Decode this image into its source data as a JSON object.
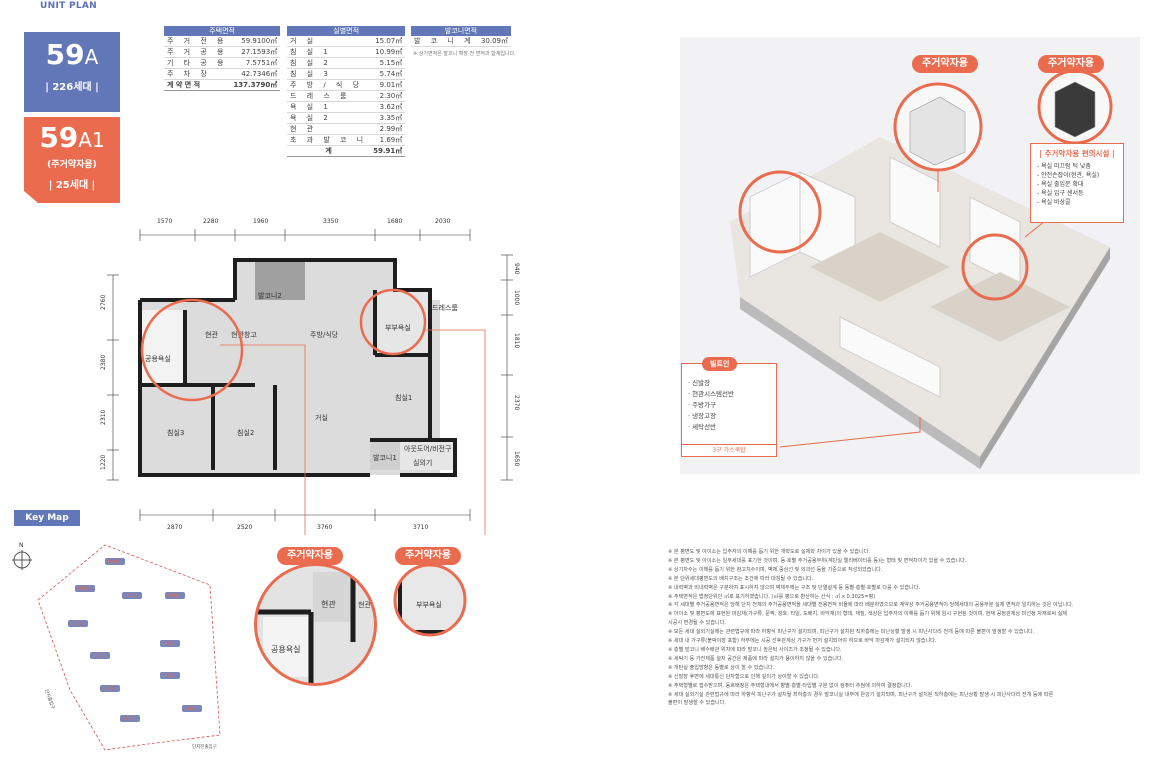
{
  "header": {
    "title": "UNIT PLAN"
  },
  "unit_a": {
    "number": "59",
    "type_suffix": "A",
    "households": "| 226세대 |"
  },
  "unit_a1": {
    "number": "59",
    "type_suffix": "A1",
    "subtitle": "(주거약자용)",
    "households": "| 25세대 |"
  },
  "housing_area": {
    "title": "주택면적",
    "rows": [
      {
        "label": "주 거 전 용",
        "value": "59.9100㎡"
      },
      {
        "label": "주 거 공 용",
        "value": "27.1593㎡"
      },
      {
        "label": "기 타 공 용",
        "value": "7.5751㎡"
      },
      {
        "label": "주 차 장",
        "value": "42.7346㎡"
      }
    ],
    "total": {
      "label": "계 약 면 적",
      "value": "137.3790㎡"
    }
  },
  "actual_area": {
    "title": "실별면적",
    "rows": [
      {
        "label": "거 실",
        "value": "15.07㎡"
      },
      {
        "label": "침 실 1",
        "value": "10.99㎡"
      },
      {
        "label": "침 실 2",
        "value": "5.15㎡"
      },
      {
        "label": "침 실 3",
        "value": "5.74㎡"
      },
      {
        "label": "주 방 / 식 당",
        "value": "9.01㎡"
      },
      {
        "label": "드 레 스 룸",
        "value": "2.30㎡"
      },
      {
        "label": "욕 실 1",
        "value": "3.62㎡"
      },
      {
        "label": "욕 실 2",
        "value": "3.35㎡"
      },
      {
        "label": "현 관",
        "value": "2.99㎡"
      },
      {
        "label": "초 과 발 코 니",
        "value": "1.69㎡"
      }
    ],
    "total": {
      "label": "계",
      "value": "59.91㎡"
    }
  },
  "balcony_area": {
    "title": "발코니면적",
    "rows": [
      {
        "label": "발 코 니 계",
        "value": "30.09㎡"
      }
    ],
    "note": "※ 상기면적은 발코니 확장 전 면적과 합계입니다."
  },
  "floorplan": {
    "dims_top": [
      "1570",
      "2280",
      "1960",
      "3350",
      "1680",
      "2030"
    ],
    "dims_bottom": [
      "2870",
      "2520",
      "3760",
      "3710"
    ],
    "dims_left": [
      "2760",
      "2380",
      "2310",
      "1220"
    ],
    "dims_right": [
      "940",
      "1000",
      "1810",
      "2370",
      "1650"
    ],
    "rooms": {
      "balcony2": "발코니2",
      "kitchen": "주방/식당",
      "dress": "드레스룸",
      "bath_master": "부부욕실",
      "entrance": "현관",
      "shoe": "현관창고",
      "bath_common": "공용욕실",
      "living": "거실",
      "bed1": "침실1",
      "bed2": "침실2",
      "bed3": "침실3",
      "balcony1": "발코니1",
      "outdoor": "아웃도어/비전구",
      "laundry": "실외기"
    }
  },
  "keymap": {
    "title": "Key Map",
    "north": "N",
    "buildings": [
      "101동",
      "102동",
      "103동",
      "104동",
      "105동",
      "106동",
      "107동",
      "108동",
      "109동",
      "110동",
      "111동"
    ],
    "road_label": "단지진출입구",
    "side_label": "단지출입구"
  },
  "callouts": {
    "label": "주거약자용"
  },
  "facility": {
    "title": "| 주거약자용 편의시설 |",
    "items": [
      "- 욕실 미끄럼 턱 낮춤",
      "- 안전손잡이(현관, 욕실)",
      "- 욕실 출입문 확대",
      "- 욕실 입구 센서등",
      "- 욕실 비상콜"
    ]
  },
  "builtin": {
    "title": "빌트인",
    "items": [
      "· 신발장",
      "· 현관시스템선반",
      "· 주방가구",
      "· 냉장고장",
      "· 세탁선반"
    ],
    "gas": "3구 가스쿡탑"
  },
  "notes": [
    "※ 본 평면도 및 아이소는 입주자의 이해를 돕기 위한 개략도로 실제와 차이가 있을 수 있습니다.",
    "※ 본 평면도 및 아이소는 일부세대를 표기한 것이며, 동·호별 주거공용부위(계단실 엘리베이터홀 등)는 형태 및 면적차이가 있을 수 있습니다.",
    "※ 상기자수는 이해를 돕기 위한 참고치수이며, 벽체 중심선 및 외곽선 등을 기준으로 작성되었습니다.",
    "※ 본 단위세대평면도의 배치구조는 조건에 따라 대칭될 수 있습니다.",
    "※ 내력벽과 비내력벽은 구분하여 표시하지 않으며 벽체두께는 구조 및 단열설계 등 동별·층별·호별로 다를 수 있습니다.",
    "※ 주택면적은 법정단위인 ㎡로 표기하였습니다. (㎡를 평으로 환산하는 산식 : ㎡ x 0.3025=평)",
    "※ 각 세대별 주거공용면적은 당해 단지 전체의 주거공용면적을 세대별 전용면적 비율에 따라 배분하였으므로 계약상 주거공용면적이 당해세대의 공용부분 실제 면적과 일치하는 것은 아닙니다.",
    "※ 아이소 및 평면도에 표현된 마감재(가구류, 문짝, 창호, 타일, 도배지, 바닥재)의 형태, 재질, 색상은 입주자의 이해를 돕기 위해 임시 구현된 것이며, 현재 공정관계상 미선정 자재로써 실제",
    "   시공시 변경될 수 있습니다.",
    "※ 모든 세대 실외기실에는 관련법규에 따라 하향식 피난구가 설치되며, 피난구가 설치된 직하층에는 피난상황 발생 시 피난사다리 전개 등에 따른 불편이 발생할 수 있습니다.",
    "※ 세대 내 가구류(붙박이장 포함) 하부에는 시공 선후관계상 가구가 먼저 설치되어야 하므로 바닥 마감재가 설치되지 않습니다.",
    "※ 층별 발코니 배수배관 위치에 따라 발코니 높은턱 사이즈가 조정될 수 있습니다.",
    "※ 세탁기 등 가전제품 설치 공간은 제품에 따라 설치가 용이하지 않을 수 있습니다.",
    "※ 개탄실 출입방향은 동별로 상이 할 수 있습니다.",
    "※ 신발장 후면에 세대통신 단자함으로 인해 깊이가 상이할 수 있습니다.",
    "※ 주택형별로 접수받으며, 동호배정은 주택형내에서 향별·층별·타입별 구분 없이 컴퓨터 추첨에 의하여 결정합니다.",
    "※ 세대 실외기실 관련법규에 따라 하향식 피난구가 설치될 최하층의 경우 발코니실 내부에 완강기 설치되며, 피난구가 설치된 직하층에는 피난상황 발생 시 피난사다리 전개 등에 따른",
    "   불편이 발생할 수 있습니다."
  ],
  "colors": {
    "primary": "#6277b8",
    "accent": "#ea6b4e"
  }
}
